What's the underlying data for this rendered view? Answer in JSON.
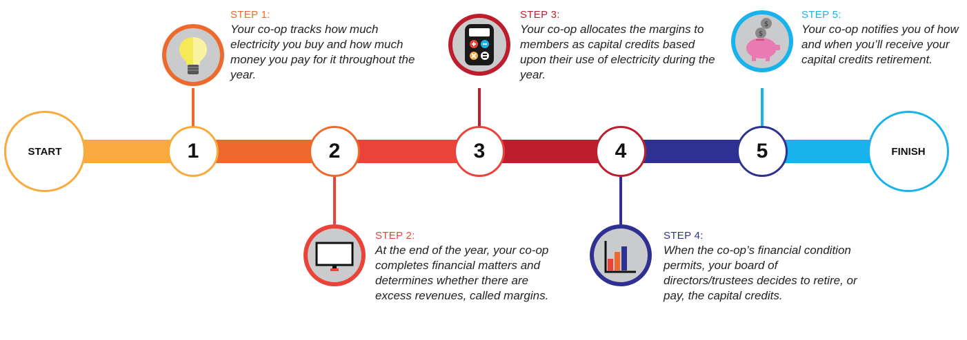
{
  "timeline": {
    "start_label": "START",
    "finish_label": "FINISH",
    "colors": {
      "start": "#F9A93E",
      "step1": "#EE6A2C",
      "step2": "#EA4339",
      "step3": "#BD1E2D",
      "step4": "#2E3192",
      "step5": "#18B2EC"
    }
  },
  "steps": [
    {
      "number": "1",
      "heading": "STEP 1:",
      "text": "Your co-op tracks how much electricity you buy and how much money you pay for it throughout the year.",
      "icon": "lightbulb-icon"
    },
    {
      "number": "2",
      "heading": "STEP 2:",
      "text": "At the end of the year, your co-op completes financial matters and determines whether there are excess revenues, called margins.",
      "icon": "monitor-icon"
    },
    {
      "number": "3",
      "heading": "STEP 3:",
      "text": "Your co-op allocates the margins to members as capital credits based upon their use of electricity during the year.",
      "icon": "calculator-icon"
    },
    {
      "number": "4",
      "heading": "STEP 4:",
      "text": "When the co-op’s financial condition permits, your board of directors/trustees decides to retire, or pay, the capital credits.",
      "icon": "bar-chart-icon"
    },
    {
      "number": "5",
      "heading": "STEP 5:",
      "text": "Your co-op notifies you of how and when you’ll receive your capital credits retirement.",
      "icon": "piggy-bank-icon"
    }
  ]
}
